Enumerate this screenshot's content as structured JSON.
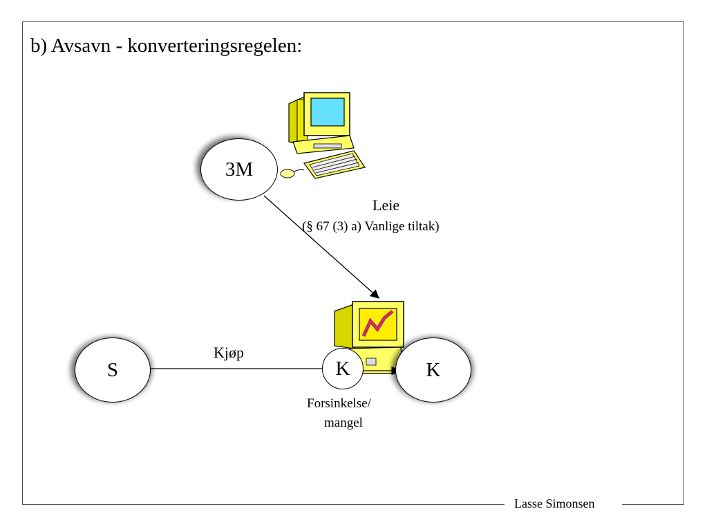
{
  "slide": {
    "title": "b) Avsavn - konverteringsregelen:",
    "footer": "Lasse Simonsen"
  },
  "nodes": {
    "top": "3M",
    "left": "S",
    "middle": "K",
    "right": "K"
  },
  "edges": {
    "rent_label": "Leie",
    "rent_sublabel": "(§ 67 (3) a) Vanlige tiltak)",
    "purchase_label": "Kjøp",
    "defect_label_line1": "Forsinkelse/",
    "defect_label_line2": "mangel"
  },
  "icons": {
    "top_computer": "computer-with-keyboard-icon",
    "bottom_computer": "computer-with-chart-icon"
  },
  "colors": {
    "computer_body": "#ffff66",
    "computer_screen": "#66e0ff",
    "chart_screen": "#ffee00"
  }
}
